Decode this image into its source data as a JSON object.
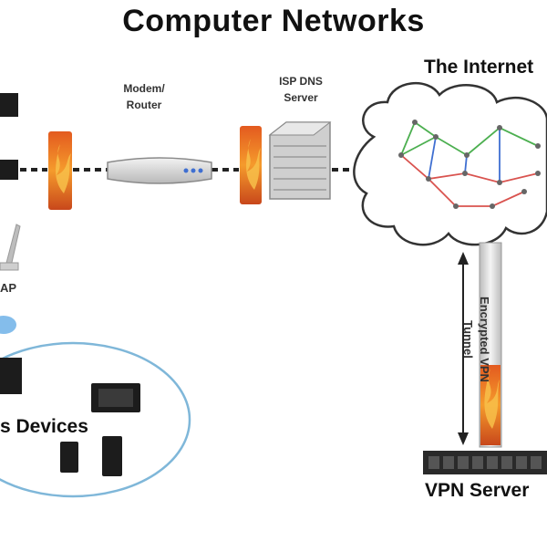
{
  "title": "Computer Networks",
  "labels": {
    "internet": "The Internet",
    "modem_router": "Modem/\nRouter",
    "isp_dns_server": "ISP DNS\nServer",
    "access_point": "AP",
    "devices": "s Devices",
    "vpn_tunnel": "Encrypted VPN\nTunnel",
    "vpn_server": "VPN Server"
  },
  "icons": {
    "firewall": "flame-icon",
    "modem": "router-icon",
    "dns": "server-rack-icon",
    "cloud": "cloud-icon",
    "access_point": "antenna-icon",
    "wifi": "wifi-icon",
    "device": "device-icon"
  },
  "colors": {
    "flame_outer": "#c8471b",
    "flame_inner": "#f7b03a",
    "cloud_stroke": "#333333",
    "link_dash": "#222222",
    "wifi_zone": "#7fb7d9",
    "mesh_green": "#4caf50",
    "mesh_red": "#d9534f",
    "mesh_blue": "#3f6fd1"
  }
}
